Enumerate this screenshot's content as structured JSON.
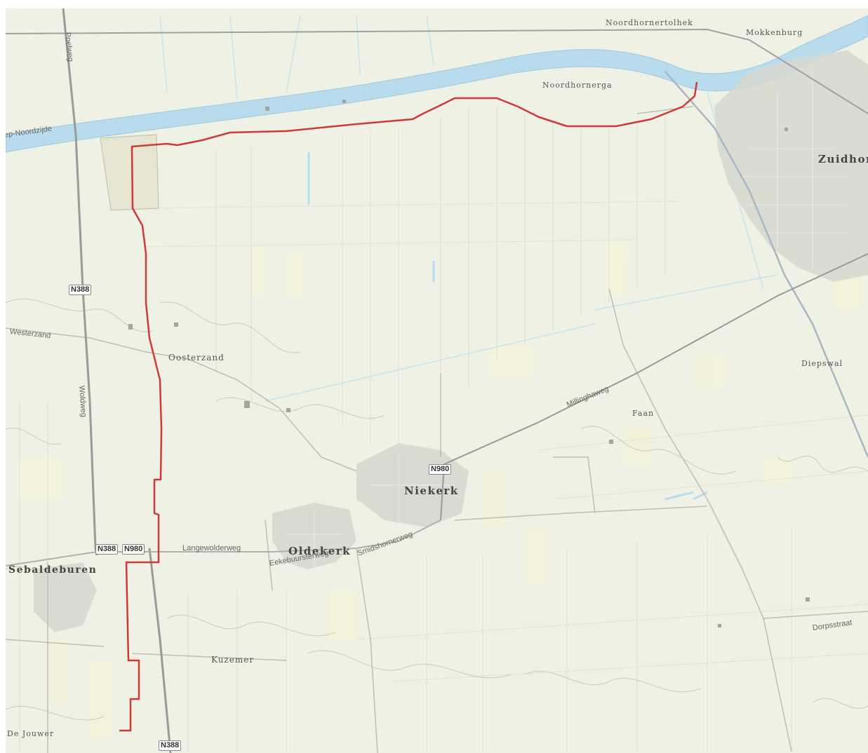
{
  "map": {
    "places": {
      "noordhornertolhek": "Noordhornertolhek",
      "mokkenburg": "Mokkenburg",
      "noordhornerga": "Noordhornerga",
      "zuidhorn": "Zuidhor",
      "oosterzand": "Oosterzand",
      "diepswal": "Diepswal",
      "faan": "Faan",
      "niekerk": "Niekerk",
      "oldekerk": "Oldekerk",
      "sebaldeburen": "Sebaldeburen",
      "kuzemer": "Kuzemer",
      "de_jouwer": "De Jouwer"
    },
    "roads": {
      "poelweg": "Poelweg",
      "westerzand": "Westerzand",
      "woldweg": "Woldweg",
      "milinghaweg": "Millinghaweg",
      "langewolderweg": "Langewolderweg",
      "eekebuursterweg": "Eekebuursterweg",
      "smidshornerweg": "Smidshornerweg",
      "dorpsstraat": "Dorpsstraat",
      "noordzijde": "ep-Noordzijde"
    },
    "shields": {
      "n388_north": "N388",
      "n388_jn": "N388",
      "n980_jn": "N980",
      "n980_niekerk": "N980",
      "n388_south": "N388"
    },
    "colors": {
      "background": "#eef1e4",
      "water": "#b8dced",
      "route": "#d03a36",
      "main_road": "#9a9a9a",
      "railway": "#a0a0a0",
      "built_up": "#cfd1c8"
    }
  }
}
